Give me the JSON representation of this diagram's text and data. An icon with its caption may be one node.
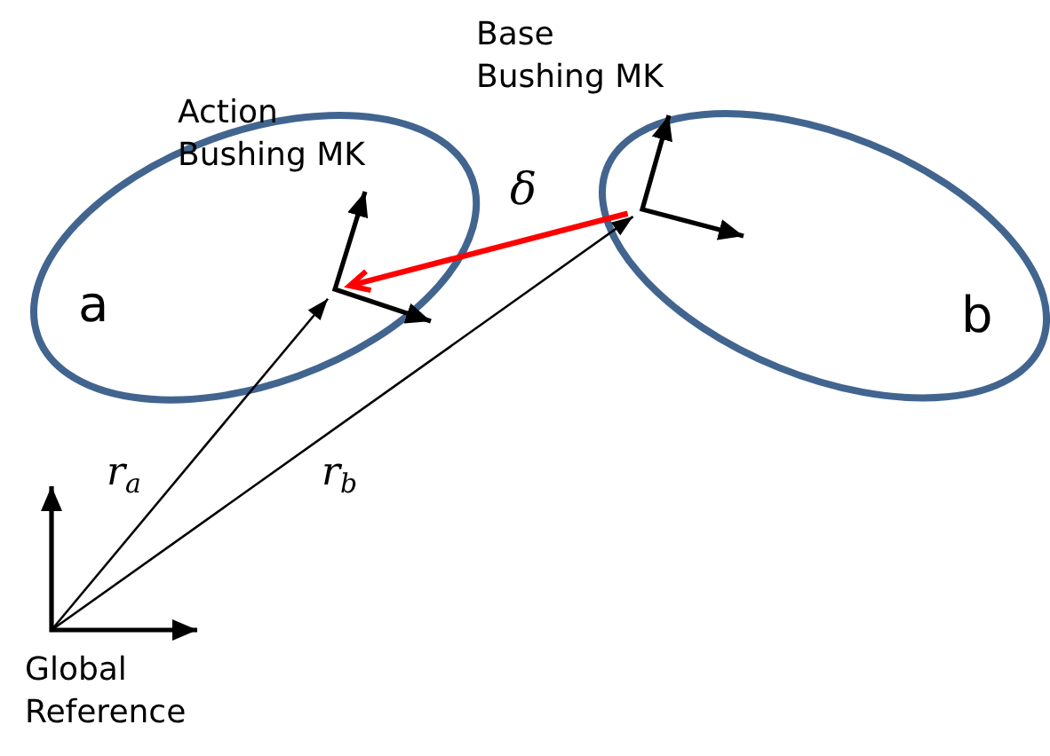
{
  "diagram": {
    "nodes": [
      {
        "text": [
          "a"
        ]
      },
      {
        "text": [],
        "shape": "axes",
        "in": 0
      },
      {
        "text": [
          "b"
        ]
      },
      {
        "text": [],
        "shape": "axes",
        "in": 2,
        "beside": [
          "Base Bushing MK"
        ]
      },
      {
        "text": [],
        "shape": "axes",
        "beside": [
          "Global Reference"
        ]
      }
    ],
    "edges": [
      {
        "from": 3,
        "to": 1,
        "arrow": "to",
        "label": "δ",
        "style": "thick",
        "color": "#ff0000"
      },
      {
        "from": 4,
        "to": 1,
        "arrow": "to",
        "label": "r$_{a}$"
      },
      {
        "from": 4,
        "to": 3,
        "arrow": "to",
        "label": "r$_{b}$"
      }
    ],
    "labels": [
      "Action Bushing MK"
    ]
  }
}
